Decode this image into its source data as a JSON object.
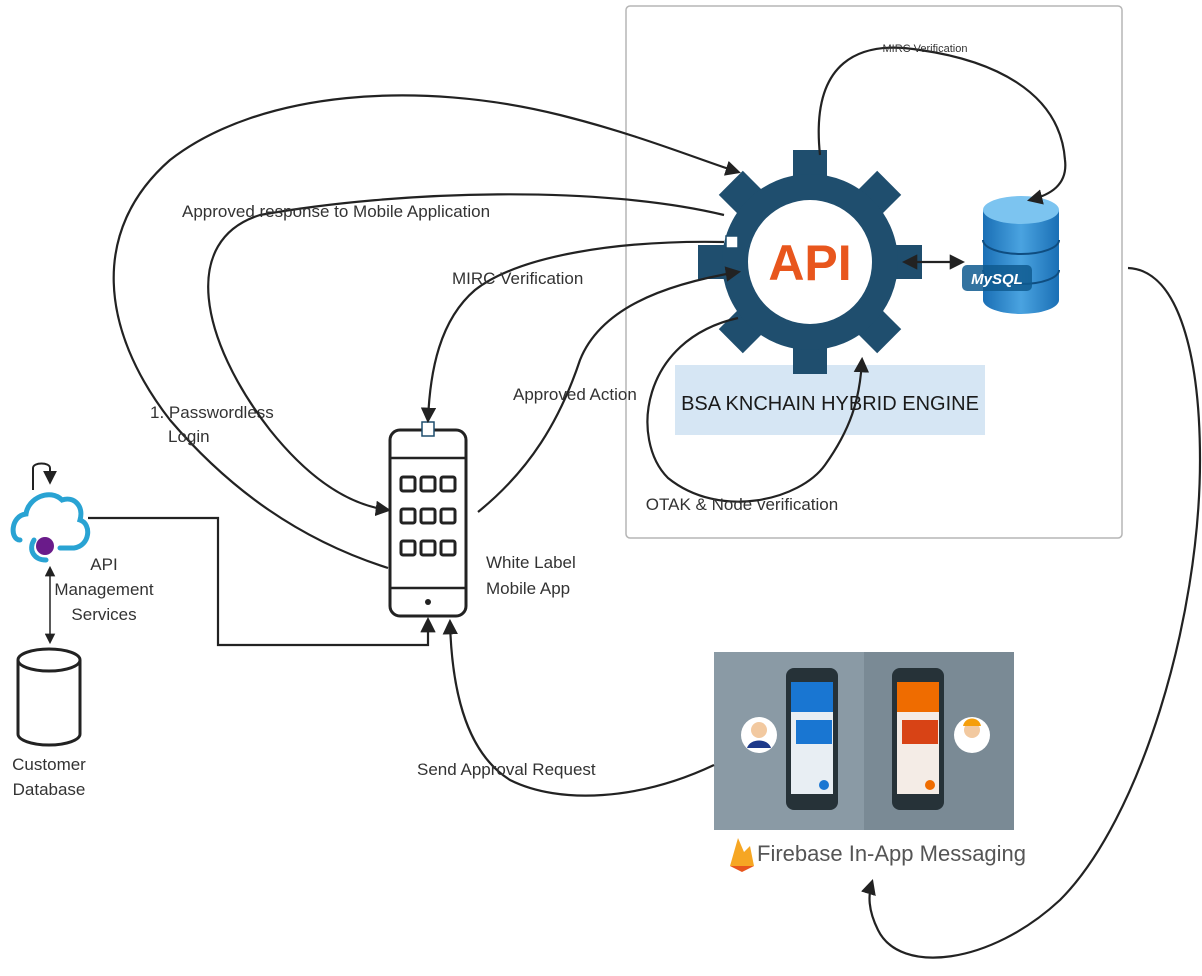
{
  "engine_box": {
    "api_label": "API",
    "engine_label": "BSA KNCHAIN HYBRID ENGINE",
    "mirc_top_label": "MIRC Verification",
    "otak_label": "OTAK & Node verification",
    "db_label": "MySQL"
  },
  "flow_labels": {
    "approved_response": "Approved response to Mobile Application",
    "mirc_verification": "MIRC Verification",
    "approved_action": "Approved Action",
    "passwordless_line1": "1. Passwordless",
    "passwordless_line2": "Login",
    "send_approval": "Send Approval Request"
  },
  "mobile_app": {
    "label_line1": "White Label",
    "label_line2": "Mobile App"
  },
  "api_management": {
    "label_line1": "API",
    "label_line2": "Management",
    "label_line3": "Services"
  },
  "customer_db": {
    "label_line1": "Customer",
    "label_line2": "Database"
  },
  "firebase": {
    "label": "Firebase In-App Messaging"
  },
  "colors": {
    "gear": "#1f4e6e",
    "api_text": "#e8561d",
    "engine_band": "#d6e6f4",
    "cloud": "#29a3d3",
    "cloud_dot": "#6a1b8a",
    "firebase_bg": "#8a9aa5",
    "phone_blue": "#1976d2",
    "phone_orange": "#ef6c00"
  }
}
